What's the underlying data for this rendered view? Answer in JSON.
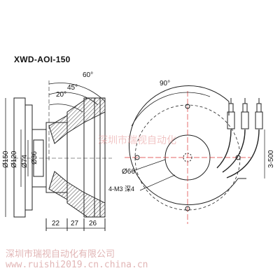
{
  "model": "XWD-AOI-150",
  "left_view": {
    "angles": [
      "60°",
      "45°",
      "20°"
    ],
    "diameters": [
      "Ø150",
      "Ø120",
      "Ø74",
      "Ø36"
    ],
    "widths": [
      "22",
      "27",
      "26"
    ]
  },
  "right_view": {
    "angle": "90°",
    "inner_diameter": "Ø66",
    "mount_holes": "4-M3 深4",
    "cable_length": "3-500"
  },
  "watermark": {
    "center": "深圳市瑞视自动化",
    "bottom_line1": "深圳市瑞视自动化有限公司",
    "bottom_line2": "www.ruishi2019.cn.china.cn"
  }
}
